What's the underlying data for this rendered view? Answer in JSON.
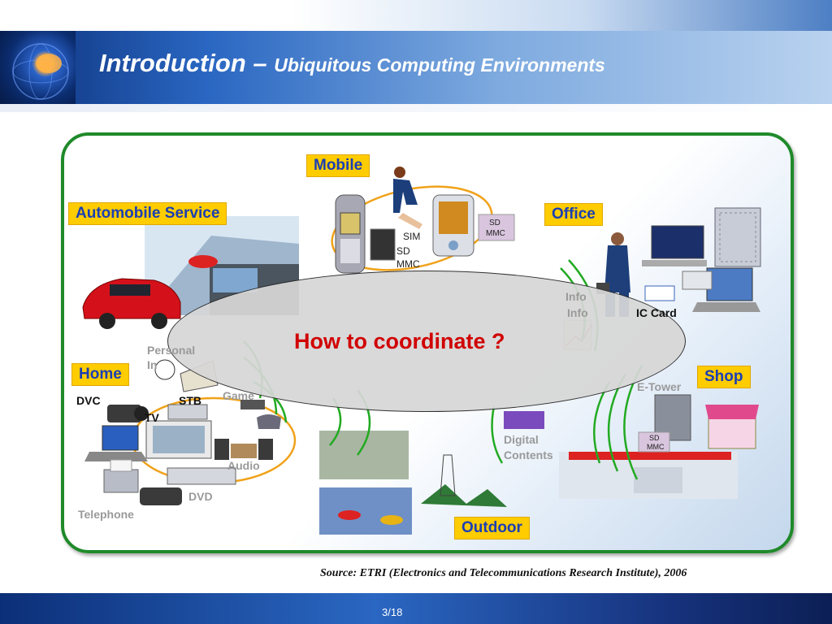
{
  "slide": {
    "title_main": "Introduction – ",
    "title_sub": "Ubiquitous Computing Environments",
    "center_question": "How to coordinate ?",
    "source": "Source: ETRI (Electronics and Telecommunications Research Institute), 2006",
    "page": "3/18"
  },
  "categories": {
    "mobile": "Mobile",
    "automobile": "Automobile Service",
    "office": "Office",
    "home": "Home",
    "shop": "Shop",
    "outdoor": "Outdoor"
  },
  "devices": {
    "sim": "SIM",
    "sd": "SD",
    "mmc": "MMC",
    "sd_card_1": "SD",
    "mmc_card_1": "MMC",
    "ic_card": "IC Card",
    "info_1": "Info",
    "info_2": "Info",
    "personal": "Personal",
    "personal_2": "In",
    "game": "Game",
    "dvc": "DVC",
    "stb": "STB",
    "tv": "TV",
    "audio": "Audio",
    "dvd": "DVD",
    "telephone": "Telephone",
    "contents_1": "Digital",
    "contents_2": "Contents",
    "tower": "E-Tower",
    "sd_card_2": "SD",
    "mmc_card_2": "MMC"
  },
  "colors": {
    "frame_border": "#1f8a2a",
    "label_bg": "#ffcc00",
    "label_text": "#1a3fb4",
    "question_text": "#d10000"
  }
}
